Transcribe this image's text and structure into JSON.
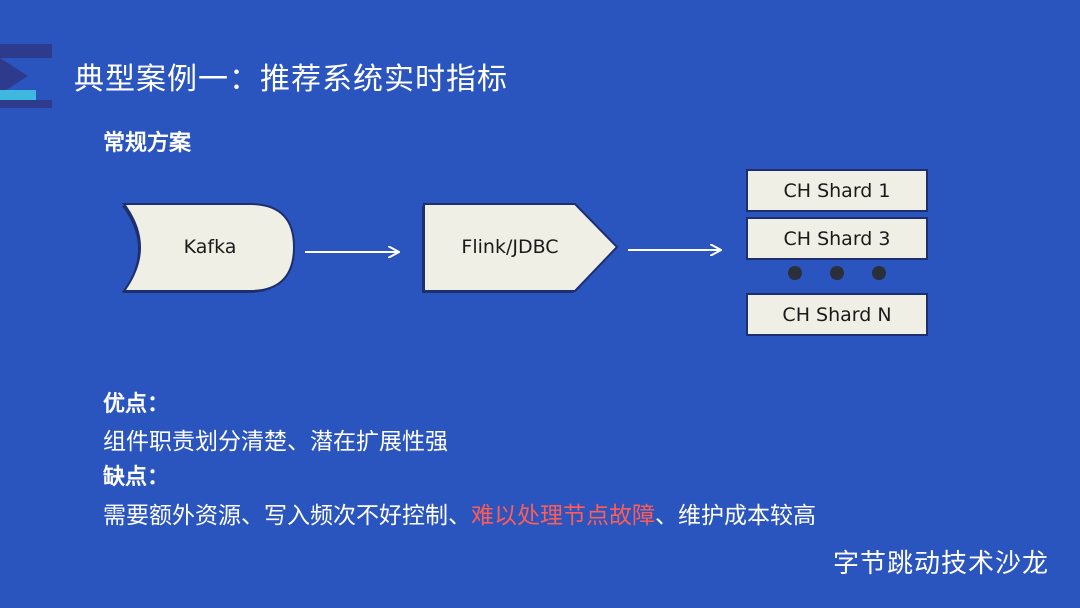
{
  "slide": {
    "title": "典型案例一：推荐系统实时指标",
    "subtitle": "常规方案",
    "footer_brand": "字节跳动技术沙龙"
  },
  "diagram": {
    "source": "Kafka",
    "processor": "Flink/JDBC",
    "shards": [
      "CH Shard 1",
      "CH Shard 3",
      "CH Shard N"
    ]
  },
  "pros": {
    "label": "优点：",
    "text": "组件职责划分清楚、潜在扩展性强"
  },
  "cons": {
    "label": "缺点：",
    "text_before": "需要额外资源、写入频次不好控制、",
    "text_highlight": "难以处理节点故障",
    "text_after": "、维护成本较高"
  },
  "colors": {
    "background": "#2b55be",
    "shape_fill": "#efefe6",
    "highlight": "#ff5b57",
    "logo_dark": "#2e3b8c",
    "logo_light": "#3fb8e0"
  }
}
